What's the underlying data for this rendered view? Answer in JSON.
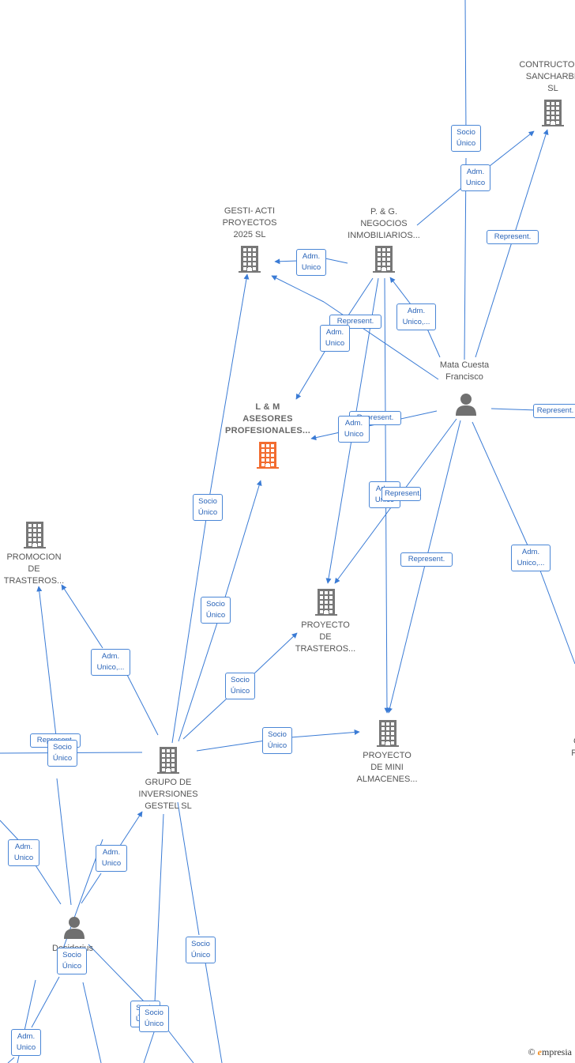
{
  "nodes": [
    {
      "id": "contructora",
      "type": "company",
      "label": "CONTRUCTORA\nSANCHARBE\nSL"
    },
    {
      "id": "gesti",
      "type": "company",
      "label": "GESTI- ACTI\nPROYECTOS\n2025  SL"
    },
    {
      "id": "pg",
      "type": "company",
      "label": "P. & G.\nNEGOCIOS\nINMOBILIARIOS..."
    },
    {
      "id": "lm",
      "type": "company-main",
      "label": "L & M\nASESORES\nPROFESIONALES..."
    },
    {
      "id": "mata",
      "type": "person",
      "label": "Mata Cuesta\nFrancisco"
    },
    {
      "id": "promocion",
      "type": "company",
      "label": "PROMOCION\nDE\nTRASTEROS..."
    },
    {
      "id": "proyecto_trasteros",
      "type": "company",
      "label": "PROYECTO\nDE\nTRASTEROS..."
    },
    {
      "id": "proyecto_mini",
      "type": "company",
      "label": "PROYECTO\nDE MINI\nALMACENES..."
    },
    {
      "id": "grupo",
      "type": "company",
      "label": "GRUPO DE\nINVERSIONES\nGESTEL  SL"
    },
    {
      "id": "person2",
      "type": "person",
      "label": "Desiderius\nPrino"
    },
    {
      "id": "right_cut",
      "type": "company",
      "label": "C\nPL"
    }
  ],
  "edge_labels": [
    "Socio\nÚnico",
    "Adm.\nUnico",
    "Represent.",
    "Adm.\nUnico",
    "Represent.",
    "Adm.\nUnico,...",
    "Adm.\nUnico",
    "Represent.",
    "Adm.\nUnico",
    "Represent.",
    "Adm.\nUnico",
    "Represent.",
    "Adm.\nUnico,...",
    "Represent.",
    "Socio\nÚnico",
    "Socio\nÚnico",
    "Adm.\nUnico,...",
    "Socio\nÚnico",
    "Socio\nÚnico",
    "Represent.",
    "Socio\nÚnico",
    "Adm.\nUnico",
    "Adm.\nUnico",
    "Socio\nÚnico",
    "Socio\nÚnico",
    "Socio\nÚnico",
    "Socio\nÚnico",
    "Adm.\nUnico"
  ],
  "brand": {
    "copyright": "©",
    "e": "e",
    "rest": "mpresia"
  },
  "colors": {
    "edge": "#3a7bd5",
    "company": "#777777",
    "main_company": "#f26c30",
    "person": "#707070"
  }
}
